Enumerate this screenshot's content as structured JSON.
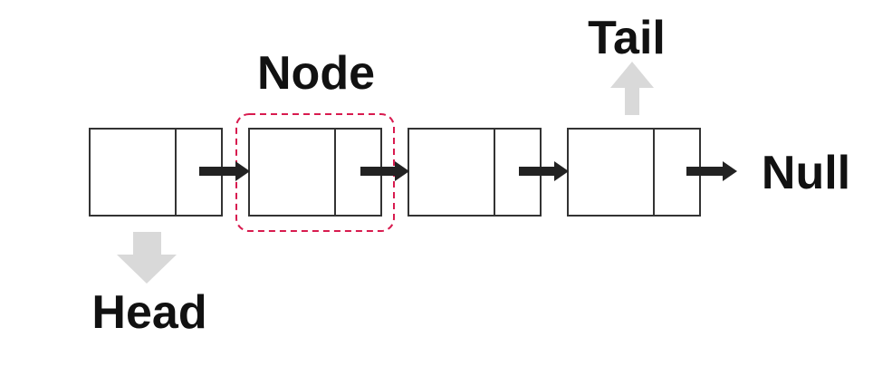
{
  "labels": {
    "head": "Head",
    "tail": "Tail",
    "node": "Node",
    "null": "Null"
  },
  "nodes": [
    {
      "id": "node-1"
    },
    {
      "id": "node-2",
      "highlighted": true
    },
    {
      "id": "node-3"
    },
    {
      "id": "node-4"
    }
  ],
  "colors": {
    "box_stroke": "#333333",
    "pointer_arrow": "#222222",
    "marker_arrow": "#d9d9d9",
    "highlight": "#d81b4f",
    "text": "#111111"
  }
}
